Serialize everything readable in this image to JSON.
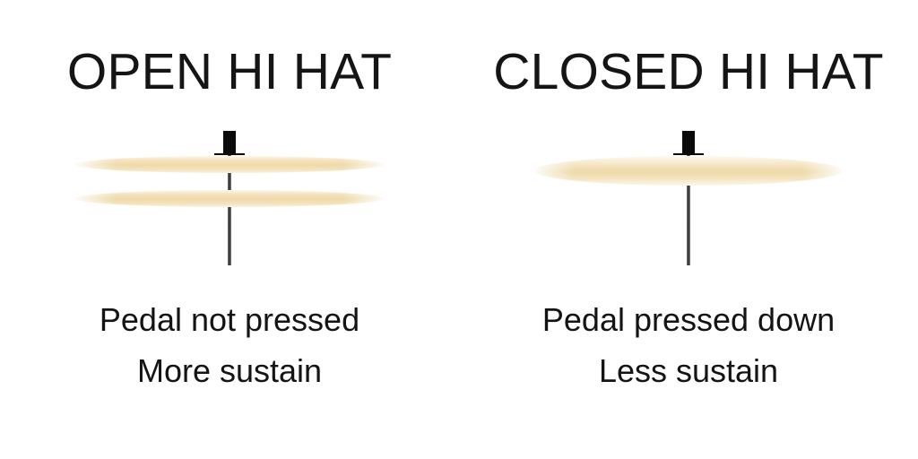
{
  "background_color": "#ffffff",
  "text_color": "#141414",
  "cymbal_color": "#eed9a8",
  "cymbal_highlight_color": "#fdf6e8",
  "hardware_color": "#0a0a0a",
  "panels": [
    {
      "id": "open-hi-hat",
      "title": "OPEN HI HAT",
      "state": "open",
      "cymbal_count": 2,
      "caption_lines": [
        "Pedal not pressed",
        "More sustain"
      ],
      "caption_line_1": "Pedal not pressed",
      "caption_line_2": "More sustain"
    },
    {
      "id": "closed-hi-hat",
      "title": "CLOSED HI HAT",
      "state": "closed",
      "cymbal_count": 2,
      "caption_lines": [
        "Pedal pressed down",
        "Less sustain"
      ],
      "caption_line_1": "Pedal pressed down",
      "caption_line_2": "Less sustain"
    }
  ]
}
